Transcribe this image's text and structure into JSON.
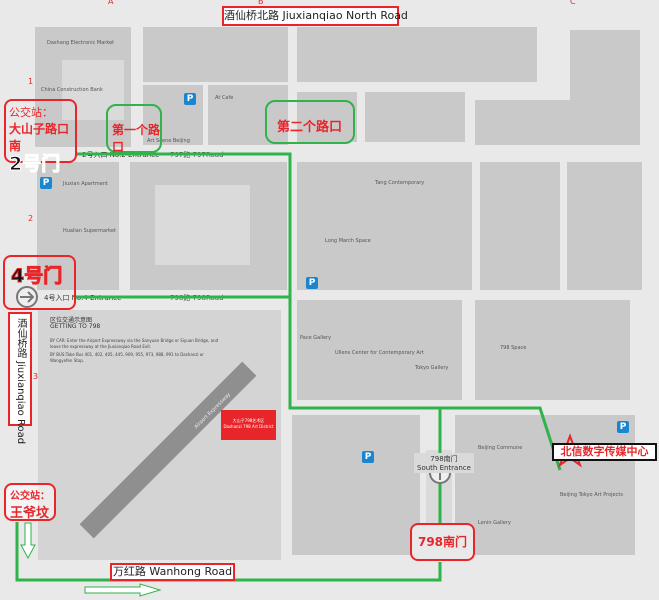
{
  "roads": {
    "north": "酒仙桥北路 Jiuxianqiao North Road",
    "west_cn": "酒仙桥路",
    "west_en": "Jiuxianqiao Road",
    "south": "万红路 Wanhong Road"
  },
  "gates": {
    "gate2": "2号门",
    "gate4": "4号门",
    "gate2_entrance": "2号入口 No.2 Entrance",
    "gate4_entrance": "4号入口 No.4 Entrance",
    "south_gate": "798南门",
    "south_entrance_cn": "798南门",
    "south_entrance_en": "South Entrance"
  },
  "bus_stops": [
    {
      "label": "公交站：",
      "name": "大山子路口南"
    },
    {
      "label": "公交站：",
      "name": "王爷坟"
    }
  ],
  "intersections": [
    "第一个路口",
    "第二个路口"
  ],
  "destination": "北信数字传媒中心",
  "streets": {
    "road797": "797路 797Road",
    "road798": "798路 798Road"
  },
  "grid": {
    "cols": [
      "A",
      "B",
      "C"
    ],
    "rows": [
      "1",
      "2",
      "3"
    ]
  },
  "inset": {
    "title_cn": "区位交通示意图",
    "title_en": "GETTING TO 798",
    "by_car": "BY CAR: Enter the Airport Expressway via the Sanyuan Bridge or Siyuan Bridge, and leave the expressway at the Jiuxianqiao Road Exit.",
    "by_bus": "BY BUS:Take Bus 401, 402, 405, 445, 909, 955, 973, 988, 991 to Dashanzi or Wangyefen Stop.",
    "district_cn": "大山子798艺术区",
    "district_en": "Dashanzi 798 Art District",
    "expressway": "Airport Expressway"
  },
  "venues": [
    "Dashang Electronic Market",
    "China Construction Bank",
    "Jiuxian Apartment",
    "Hualian Supermarket",
    "At Cafe",
    "Art Scene Beijing",
    "Tang Contemporary",
    "Pace Gallery",
    "Long March Space",
    "Ullens Center for Contemporary Art",
    "Beijing Commune",
    "Lenin Gallery",
    "Beijing Tokyo Art Projects",
    "798 Space",
    "Tokyo Gallery"
  ],
  "parking": "P",
  "colors": {
    "route": "#2fb34a",
    "annotation": "#e8262a",
    "destination_box": "#111111",
    "block": "#c9c9ca"
  }
}
